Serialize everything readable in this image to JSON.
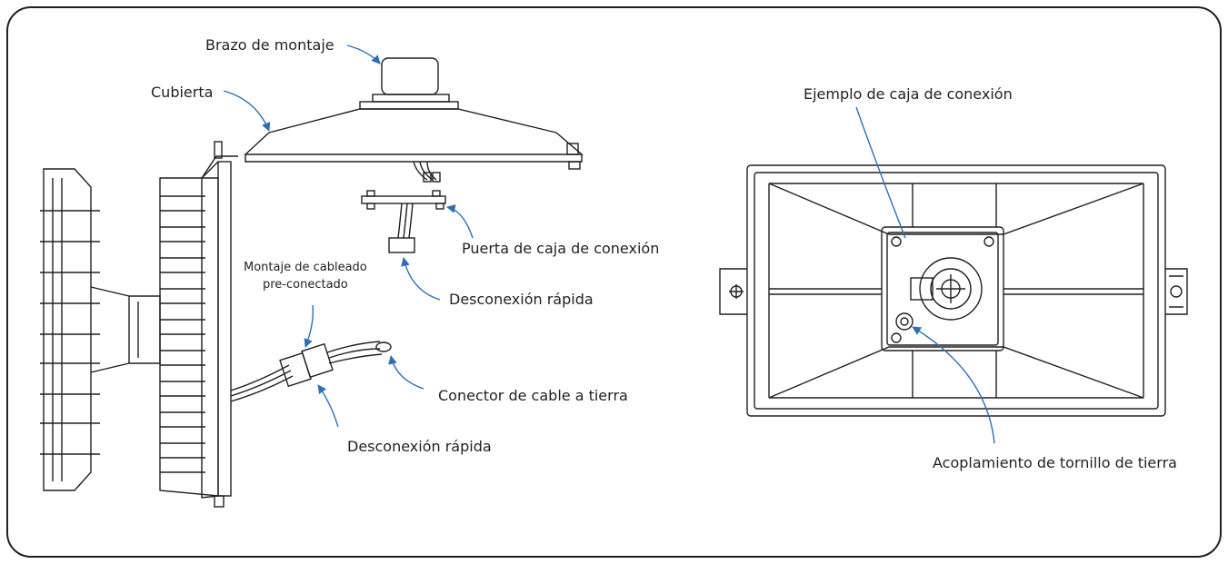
{
  "labels": {
    "brazo": "Brazo de montaje",
    "cubierta": "Cubierta",
    "puerta": "Puerta de caja de conexión",
    "desconexion_top": "Desconexión rápida",
    "montaje_l1": "Montaje de cableado",
    "montaje_l2": "pre-conectado",
    "conector": "Conector de cable a tierra",
    "desconexion_bottom": "Desconexión rápida",
    "ejemplo": "Ejemplo de caja de conexión",
    "acoplamiento": "Acoplamiento de tornillo de tierra"
  },
  "colors": {
    "line": "#231f20",
    "arrow": "#2e6fb3",
    "frame": "#231f20"
  }
}
